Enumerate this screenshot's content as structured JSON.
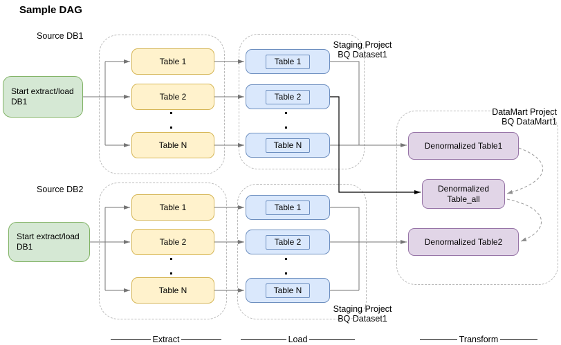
{
  "title": "Sample DAG",
  "row1": {
    "source_label": "Source DB1",
    "start_node": {
      "line1": "Start extract/load",
      "line2": "DB1"
    },
    "extract_tables": [
      "Table 1",
      "Table 2",
      "Table N"
    ],
    "load_tables": [
      "Table 1",
      "Table 2",
      "Table N"
    ],
    "staging_label": {
      "line1": "Staging Project",
      "line2": "BQ Dataset1"
    }
  },
  "row2": {
    "source_label": "Source DB2",
    "start_node": {
      "line1": "Start extract/load",
      "line2": "DB1"
    },
    "extract_tables": [
      "Table 1",
      "Table 2",
      "Table N"
    ],
    "load_tables": [
      "Table 1",
      "Table 2",
      "Table N"
    ],
    "staging_label": {
      "line1": "Staging Project",
      "line2": "BQ Dataset1"
    }
  },
  "datamart": {
    "label": {
      "line1": "DataMart Project",
      "line2": "BQ DataMart1"
    },
    "table1": "Denormalized Table1",
    "table_all": {
      "line1": "Denormalized",
      "line2": "Table_all"
    },
    "table2": "Denormalized Table2"
  },
  "stages": {
    "extract": "Extract",
    "load": "Load",
    "transform": "Transform"
  },
  "colors": {
    "green_fill": "#d5e8d4",
    "green_stroke": "#82b366",
    "yellow_fill": "#fff2cc",
    "yellow_stroke": "#d6b656",
    "blue_fill": "#dae8fc",
    "blue_stroke": "#6c8ebf",
    "purple_fill": "#e1d5e7",
    "purple_stroke": "#9673a6",
    "container_stroke": "#b9b9b9",
    "connector_gray": "#757575",
    "connector_black": "#000000",
    "dashed_arc": "#999999"
  }
}
